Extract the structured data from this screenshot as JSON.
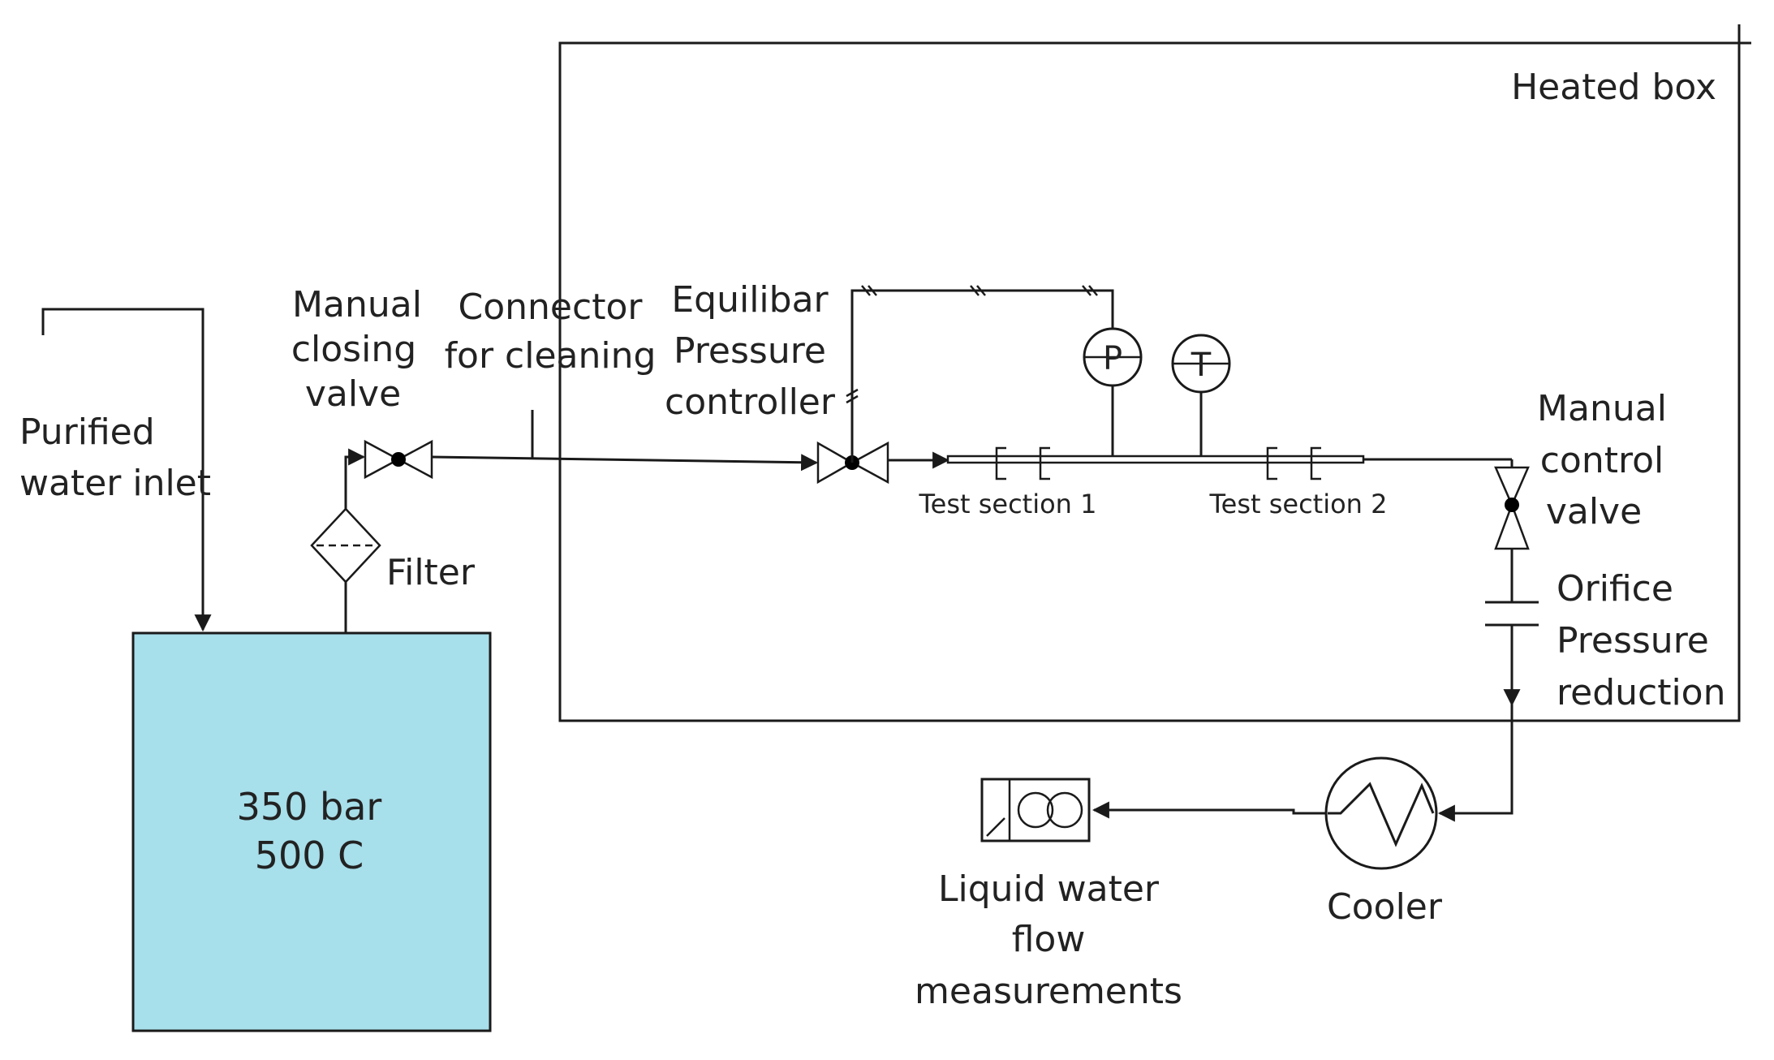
{
  "heated_box": {
    "label": "Heated box"
  },
  "inlet": {
    "line1": "Purified",
    "line2": "water inlet"
  },
  "tank": {
    "pressure": "350 bar",
    "temperature": "500 C",
    "fill_color": "#a7dfea"
  },
  "filter": {
    "label": "Filter"
  },
  "manual_closing_valve": {
    "line1": "Manual",
    "line2": "closing",
    "line3": "valve"
  },
  "connector": {
    "line1": "Connector",
    "line2": "for cleaning"
  },
  "equilibar": {
    "line1": "Equilibar",
    "line2": "Pressure",
    "line3": "controller"
  },
  "gauges": {
    "pressure_symbol": "P",
    "temperature_symbol": "T"
  },
  "test_sections": {
    "section1": "Test section 1",
    "section2": "Test section 2"
  },
  "manual_control_valve": {
    "line1": "Manual",
    "line2": "control",
    "line3": "valve"
  },
  "orifice": {
    "line1": "Orifice",
    "line2": "Pressure",
    "line3": "reduction"
  },
  "cooler": {
    "label": "Cooler"
  },
  "flow_meter": {
    "line1": "Liquid water",
    "line2": "flow",
    "line3": "measurements"
  }
}
